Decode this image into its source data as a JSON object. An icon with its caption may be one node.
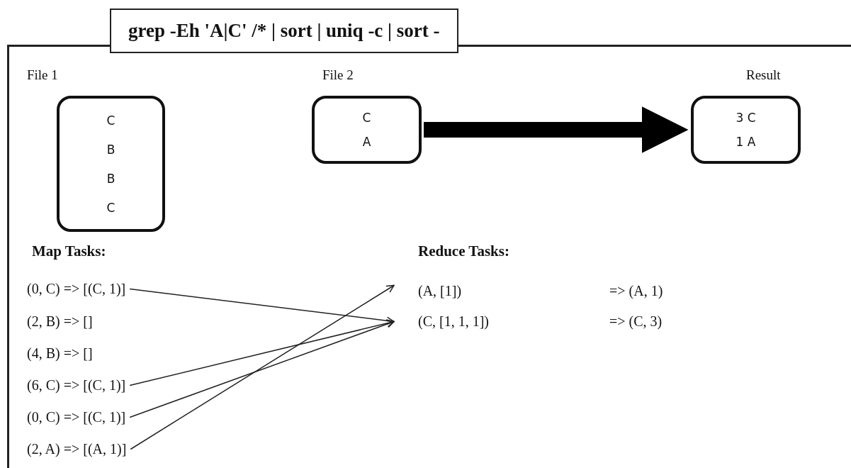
{
  "diagram": {
    "nodes": [
      {
        "text": [
          "grep -Eh 'A|C' /* | sort | uniq -c | sort -"
        ]
      },
      {
        "text": [
          "File 1",
          "C",
          "B",
          "B",
          "C"
        ]
      },
      {
        "text": [
          "File 2",
          "C",
          "A"
        ]
      },
      {
        "text": [
          "Result",
          "3 C",
          "1 A"
        ]
      },
      {
        "text": [
          "(0, C) => [(C, 1)]"
        ]
      },
      {
        "text": [
          "(2, B) => []"
        ]
      },
      {
        "text": [
          "(4, B) => []"
        ]
      },
      {
        "text": [
          "(6, C) => [(C, 1)]"
        ]
      },
      {
        "text": [
          "(0, C) => [(C, 1)]"
        ]
      },
      {
        "text": [
          "(2, A) => [(A, 1)]"
        ]
      },
      {
        "text": [
          "(A, [1])",
          "=> (A, 1)"
        ]
      },
      {
        "text": [
          "(C, [1, 1, 1])",
          "=> (C, 3)"
        ]
      }
    ],
    "edges": [
      {
        "from": 2,
        "to": 3,
        "arrow": "to",
        "style": "thick"
      },
      {
        "from": 4,
        "to": 11,
        "arrow": "to"
      },
      {
        "from": 7,
        "to": 11,
        "arrow": "to"
      },
      {
        "from": 8,
        "to": 11,
        "arrow": "to"
      },
      {
        "from": 9,
        "to": 10,
        "arrow": "to"
      }
    ],
    "labels": [
      "Map Tasks:",
      "Reduce Tasks:"
    ]
  }
}
